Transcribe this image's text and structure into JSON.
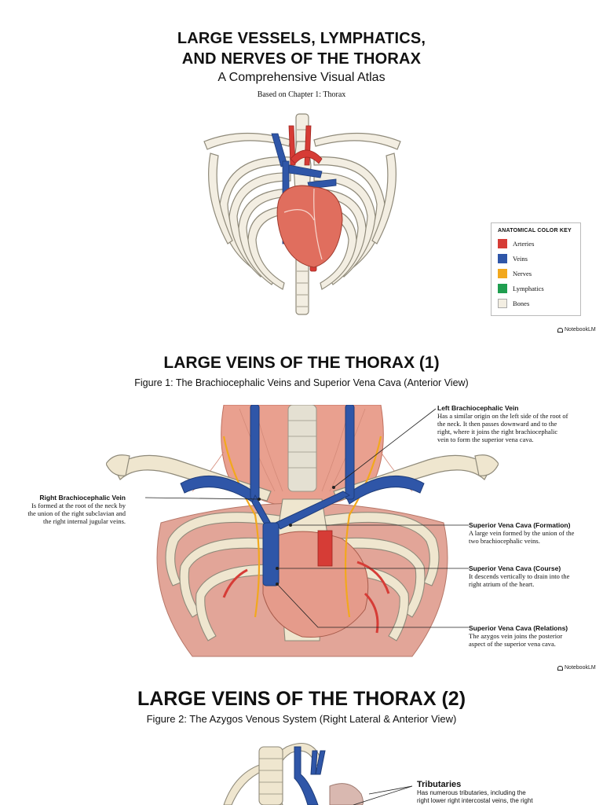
{
  "hero": {
    "title_line1": "LARGE VESSELS, LYMPHATICS,",
    "title_line2": "AND NERVES OF THE THORAX",
    "subtitle": "A Comprehensive Visual Atlas",
    "based_on": "Based on Chapter 1: Thorax"
  },
  "color_key": {
    "title": "ANATOMICAL COLOR KEY",
    "items": [
      {
        "label": "Arteries",
        "color": "#d63c36"
      },
      {
        "label": "Veins",
        "color": "#2f56a8"
      },
      {
        "label": "Nerves",
        "color": "#f2a81d"
      },
      {
        "label": "Lymphatics",
        "color": "#1f9e4f"
      },
      {
        "label": "Bones",
        "color": "#f3eee2"
      }
    ]
  },
  "brand": "NotebookLM",
  "section1": {
    "title": "LARGE VEINS OF THE THORAX (1)",
    "caption": "Figure 1: The Brachiocephalic Veins and Superior Vena Cava (Anterior View)",
    "labels": {
      "left_bcv": {
        "title": "Left Brachiocephalic Vein",
        "body": [
          "Has a similar origin on the left side of the root of",
          "the neck. It then passes downward and to the",
          "right, where it joins the right brachiocephalic",
          "vein to form the superior vena cava."
        ]
      },
      "right_bcv": {
        "title": "Right Brachiocephalic Vein",
        "body": [
          "Is formed at the root of the neck by",
          "the union of the right subclavian and",
          "the right internal jugular veins."
        ]
      },
      "svc_formation": {
        "title": "Superior Vena Cava (Formation)",
        "body": [
          "A large vein formed by the union of the",
          "two brachiocephalic veins."
        ]
      },
      "svc_course": {
        "title": "Superior Vena Cava (Course)",
        "body": [
          "It descends vertically to drain into the",
          "right atrium of the heart."
        ]
      },
      "svc_relations": {
        "title": "Superior Vena Cava (Relations)",
        "body": [
          "The azygos vein joins the posterior",
          "aspect of the superior vena cava."
        ]
      }
    }
  },
  "section2": {
    "title": "LARGE VEINS OF THE THORAX (2)",
    "caption": "Figure 2: The Azygos Venous System (Right Lateral & Anterior View)",
    "labels": {
      "tributaries": {
        "title": "Tributaries",
        "body": [
          "Has numerous tributaries, including the",
          "right lower right intercostal veins, the right"
        ]
      }
    }
  }
}
